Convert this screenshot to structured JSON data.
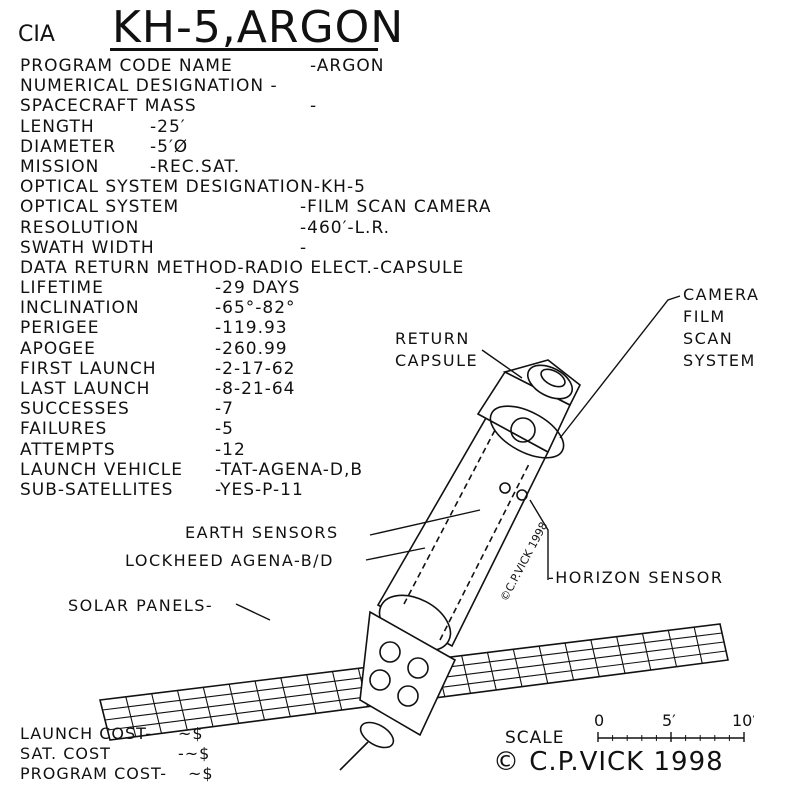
{
  "header": {
    "agency": "CIA",
    "title": "KH-5,ARGON"
  },
  "specs": [
    {
      "label": "PROGRAM CODE NAME",
      "value": "-ARGON"
    },
    {
      "label": "NUMERICAL DESIGNATION -",
      "value": ""
    },
    {
      "label": "SPACECRAFT MASS",
      "value": "-"
    },
    {
      "label": "LENGTH",
      "value": "-25′"
    },
    {
      "label": "DIAMETER",
      "value": "-5′Ø"
    },
    {
      "label": "MISSION",
      "value": "-REC.SAT."
    },
    {
      "label": "OPTICAL SYSTEM DESIGNATION-KH-5",
      "value": ""
    },
    {
      "label": "OPTICAL SYSTEM",
      "value": "-FILM SCAN CAMERA"
    },
    {
      "label": "RESOLUTION",
      "value": "-460′-L.R."
    },
    {
      "label": "SWATH WIDTH",
      "value": "-"
    },
    {
      "label": "DATA RETURN METHOD-RADIO ELECT.-CAPSULE",
      "value": ""
    },
    {
      "label": "LIFETIME",
      "value": "-29 DAYS"
    },
    {
      "label": "INCLINATION",
      "value": "-65°-82°"
    },
    {
      "label": "PERIGEE",
      "value": "-119.93"
    },
    {
      "label": "APOGEE",
      "value": "-260.99"
    },
    {
      "label": "FIRST LAUNCH",
      "value": "-2-17-62"
    },
    {
      "label": "LAST LAUNCH",
      "value": "-8-21-64"
    },
    {
      "label": "SUCCESSES",
      "value": "-7"
    },
    {
      "label": "FAILURES",
      "value": "-5"
    },
    {
      "label": "ATTEMPTS",
      "value": "-12"
    },
    {
      "label": "LAUNCH VEHICLE",
      "value": "-TAT-AGENA-D,B"
    },
    {
      "label": "SUB-SATELLITES",
      "value": "-YES-P-11"
    }
  ],
  "costs": [
    {
      "label": "LAUNCH COST-",
      "value": "~$"
    },
    {
      "label": "SAT. COST",
      "value": "-~$"
    },
    {
      "label": "PROGRAM COST-",
      "value": "~$"
    }
  ],
  "diagram": {
    "labels": {
      "camera": [
        "CAMERA",
        "FILM",
        "SCAN",
        "SYSTEM"
      ],
      "capsule": [
        "RETURN",
        "CAPSULE"
      ],
      "earth_sensors": "EARTH SENSORS",
      "agena": "LOCKHEED AGENA-B/D",
      "horizon": "-HORIZON SENSOR",
      "solar": "SOLAR PANELS-",
      "body_signature": "©C.P.VICK 1998"
    }
  },
  "scale": {
    "label": "SCALE",
    "ticks": [
      "0",
      "5′",
      "10′"
    ]
  },
  "credit": "© C.P.VICK 1998"
}
